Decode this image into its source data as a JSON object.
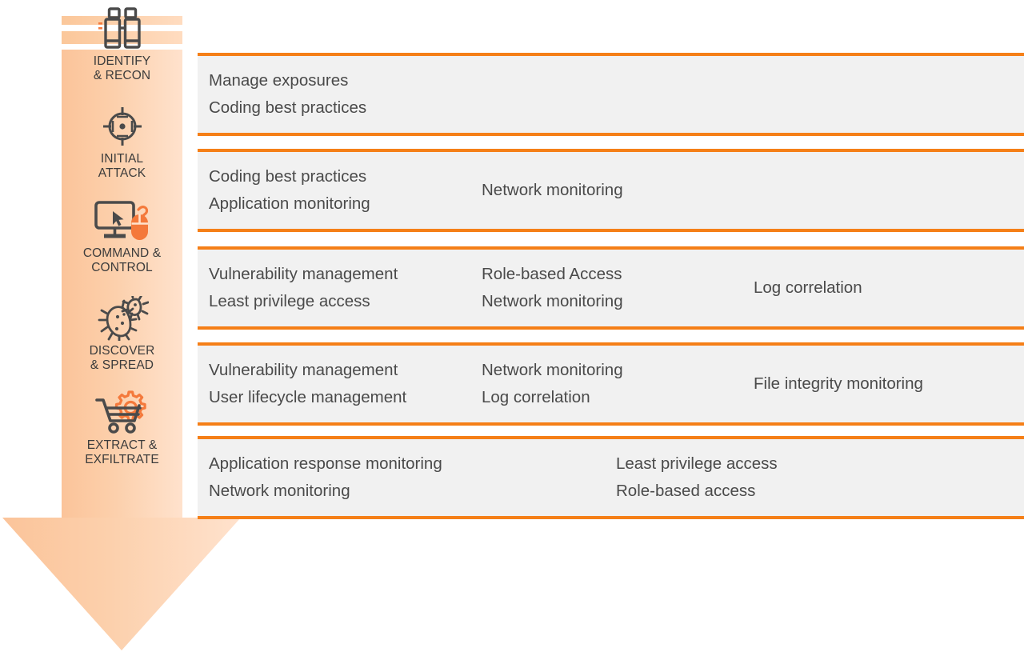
{
  "colors": {
    "accent_orange": "#f57f17",
    "rail_fill_light": "#ffe2cd",
    "rail_fill_dark": "#fbc49a",
    "row_background": "#f1f1f1",
    "text_gray": "#4a4a4a",
    "icon_gray": "#4a4a4a",
    "icon_orange": "#f4793b"
  },
  "rail": {
    "name": "attack-lifecycle-arrow",
    "stages": [
      {
        "id": "identify-recon",
        "icon": "binoculars-icon",
        "label": "IDENTIFY\n& RECON"
      },
      {
        "id": "initial-attack",
        "icon": "crosshair-target-icon",
        "label": "INITIAL\nATTACK"
      },
      {
        "id": "command-control",
        "icon": "monitor-mouse-icon",
        "label": "COMMAND &\nCONTROL"
      },
      {
        "id": "discover-spread",
        "icon": "bacteria-icon",
        "label": "DISCOVER\n& SPREAD"
      },
      {
        "id": "extract-exfiltrate",
        "icon": "cart-gear-icon",
        "label": "EXTRACT &\nEXFILTRATE"
      }
    ]
  },
  "rows": [
    {
      "stage": "identify-recon",
      "columns": [
        {
          "layout": "col-a",
          "items": [
            "Manage exposures",
            "Coding best practices"
          ]
        }
      ]
    },
    {
      "stage": "initial-attack",
      "columns": [
        {
          "layout": "col-a",
          "items": [
            "Coding best practices",
            "Application monitoring"
          ]
        },
        {
          "layout": "col-b",
          "items": [
            "Network monitoring"
          ]
        }
      ]
    },
    {
      "stage": "command-control",
      "columns": [
        {
          "layout": "col-a",
          "items": [
            "Vulnerability management",
            "Least privilege access"
          ]
        },
        {
          "layout": "col-b",
          "items": [
            "Role-based Access",
            "Network monitoring"
          ]
        },
        {
          "layout": "col-c",
          "items": [
            "Log correlation"
          ]
        }
      ]
    },
    {
      "stage": "discover-spread",
      "columns": [
        {
          "layout": "col-a",
          "items": [
            "Vulnerability management",
            "User lifecycle management"
          ]
        },
        {
          "layout": "col-b",
          "items": [
            "Network monitoring",
            "Log correlation"
          ]
        },
        {
          "layout": "col-c",
          "items": [
            "File integrity monitoring"
          ]
        }
      ]
    },
    {
      "stage": "extract-exfiltrate",
      "columns": [
        {
          "layout": "col-a",
          "items": [
            "Application response monitoring",
            "Network monitoring"
          ]
        },
        {
          "layout": "col-b-wide",
          "items": [
            "Least privilege access",
            "Role-based access"
          ]
        }
      ]
    }
  ]
}
